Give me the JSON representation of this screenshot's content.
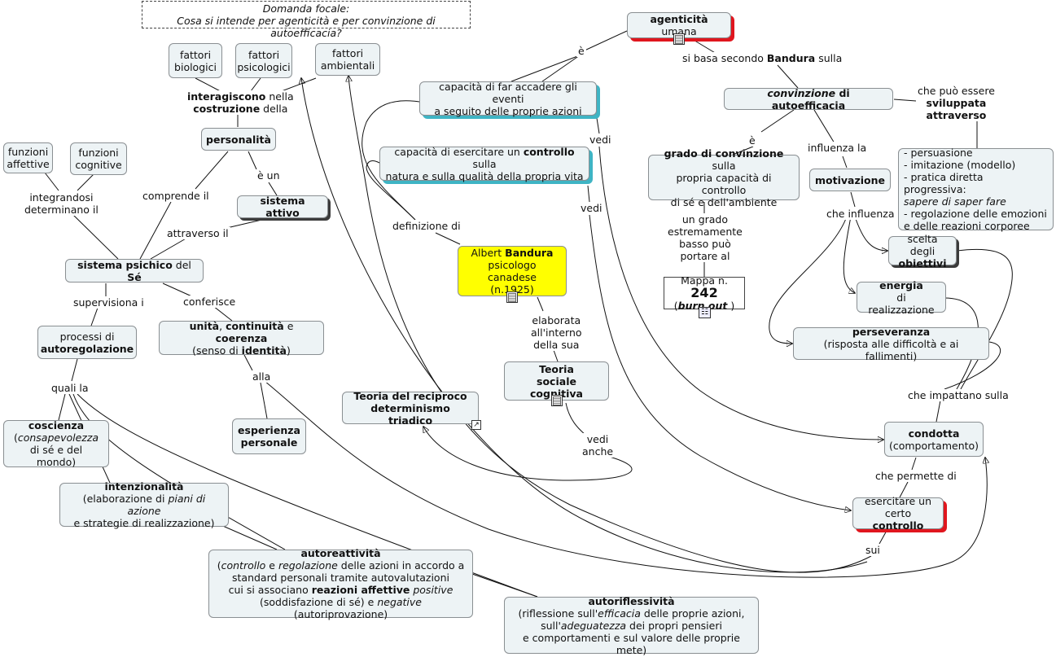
{
  "focal": {
    "line1": "Domanda focale:",
    "line2": "Cosa si intende per agenticità e per convinzione di autoefficacia?"
  },
  "nodes": {
    "agenticita": [
      "agenticità",
      " umana"
    ],
    "fattori_biologici": [
      "fattori",
      "biologici"
    ],
    "fattori_psicologici": [
      "fattori",
      "psicologici"
    ],
    "fattori_ambientali": [
      "fattori",
      "ambientali"
    ],
    "capacita_accadere": [
      "capacità di far accadere gli eventi",
      "a seguito delle proprie azioni"
    ],
    "capacita_controllo": [
      "capacità di esercitare un ",
      "controllo",
      " sulla",
      "natura e sulla qualità della propria vita"
    ],
    "convinzione": [
      "convinzione ",
      " di autoefficacia"
    ],
    "personalita": "personalità",
    "funzioni_affettive": [
      "funzioni",
      "affettive"
    ],
    "funzioni_cognitive": [
      "funzioni",
      "cognitive"
    ],
    "sistema_attivo": "sistema attivo",
    "grado_convinzione": [
      "grado di convinzione",
      " sulla",
      "propria capacità di controllo",
      "di sé e dell'ambiente"
    ],
    "motivazione": "motivazione",
    "strategie": [
      "- persuasione",
      "- imitazione (modello)",
      "- pratica diretta progressiva:",
      "sapere di saper fare",
      "- regolazione delle emozioni",
      "e delle reazioni corporee"
    ],
    "bandura": [
      "Albert ",
      "Bandura",
      "psicologo canadese",
      "(n.1925)"
    ],
    "sistema_psichico": [
      "sistema psichico",
      " del ",
      "Sé"
    ],
    "scelta_obiettivi": [
      "scelta degli",
      "obiettivi"
    ],
    "mappa": [
      "Mappa n. ",
      "242",
      "burn out",
      " )"
    ],
    "energia": [
      "energia",
      "di realizzazione"
    ],
    "processi": [
      "processi di",
      "autoregolazione"
    ],
    "unita": [
      "unità",
      ", ",
      "continuità",
      " e ",
      "coerenza",
      "(senso di ",
      "identità",
      ")"
    ],
    "perseveranza": [
      "perseveranza",
      "(risposta alle difficoltà e ai fallimenti)"
    ],
    "teoria_sociale": [
      "Teoria",
      "sociale cognitiva"
    ],
    "teoria_reciproco": [
      "Teoria del reciproco",
      "determinismo triadico"
    ],
    "coscienza": [
      "coscienza",
      "(",
      "consapevolezza",
      "di sé e del mondo)"
    ],
    "esperienza": [
      "esperienza",
      "personale"
    ],
    "condotta": [
      "condotta",
      "(comportamento)"
    ],
    "intenzionalita": [
      "intenzionalità",
      "(elaborazione di ",
      "piani di azione",
      "e strategie di realizzazione)"
    ],
    "esercitare": [
      "esercitare un",
      "certo ",
      "controllo"
    ],
    "autoreattivita": [
      "autoreattività",
      "(",
      "controllo",
      " e ",
      "regolazione",
      "  delle azioni in accordo a",
      "standard personali tramite autovalutazioni",
      "cui si associano ",
      "reazioni affettive",
      " positive",
      "(soddisfazione di sé) e ",
      "negative",
      "  (autoriprovazione)"
    ],
    "autoriflessivita": [
      "autoriflessività",
      "(riflessione sull'",
      "efficacia",
      "  delle proprie azioni,",
      "sull'",
      "adeguatezza",
      "  dei propri pensieri",
      "e comportamenti e sul valore delle proprie mete)"
    ]
  },
  "labels": {
    "e_top": "è",
    "si_basa": [
      "si basa secondo ",
      "Bandura",
      " sulla"
    ],
    "interagiscono": [
      "interagiscono",
      " nella",
      "costruzione",
      " della"
    ],
    "che_puo": [
      "che può essere",
      "sviluppata",
      "attraverso"
    ],
    "vedi1": "vedi",
    "e_conv": "è",
    "influenza_la": "influenza la",
    "e_un": "è un",
    "comprende_il": "comprende il",
    "integrandosi": [
      "integrandosi",
      "determinano il"
    ],
    "vedi2": "vedi",
    "che_influenza": "che influenza",
    "attraverso_il": "attraverso il",
    "definizione": "definizione di",
    "un_grado": [
      "un grado",
      "estremamente",
      "basso può",
      "portare al"
    ],
    "supervisiona": "supervisiona i",
    "conferisce": "conferisce",
    "elaborata": [
      "elaborata",
      "all'interno",
      "della sua"
    ],
    "alla": "alla",
    "quali_la": "quali la",
    "che_impattano": "che impattano sulla",
    "vedi_anche": [
      "vedi",
      "anche"
    ],
    "che_permette": "che permette di",
    "sui": "sui"
  },
  "colors": {
    "node_fill": "#edf3f5",
    "teal_shadow": "#3fb4c4",
    "red_shadow": "#e0161e",
    "highlight": "#ffff00"
  }
}
